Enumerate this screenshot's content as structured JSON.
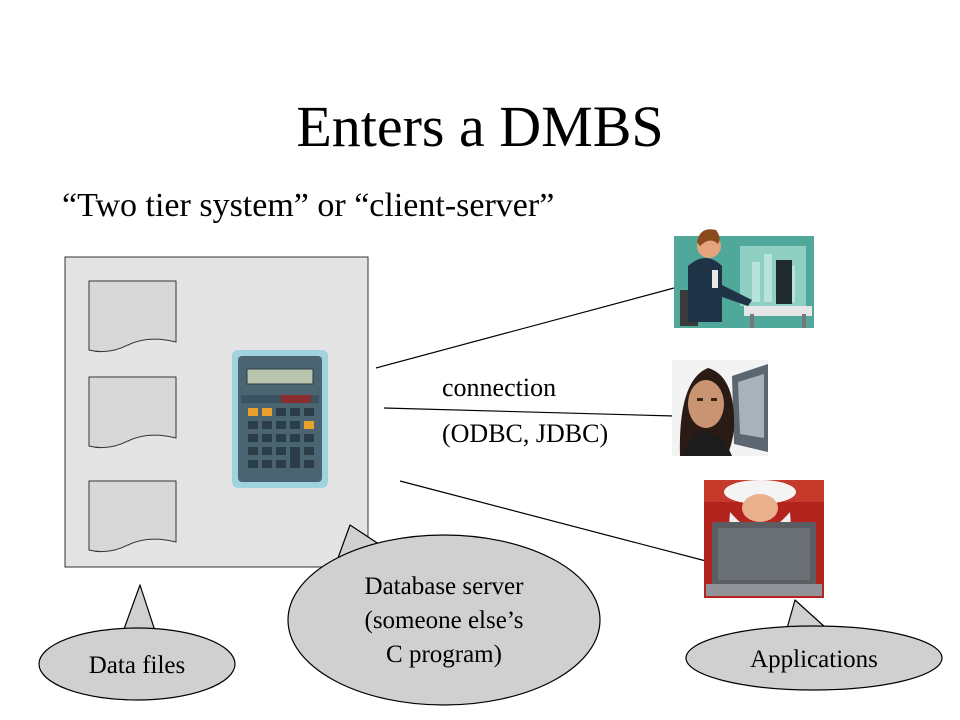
{
  "slide": {
    "title": "Enters a DMBS",
    "subtitle": "“Two tier system” or “client-server”"
  },
  "connection": {
    "line1": "connection",
    "line2": "(ODBC, JDBC)"
  },
  "callouts": {
    "data_files": "Data files",
    "server_line1": "Database server",
    "server_line2": "(someone else’s",
    "server_line3": "C program)",
    "applications": "Applications"
  },
  "colors": {
    "server_box": "#e4e4e4",
    "callout_fill": "#d0d0d0",
    "calculator_body": "#4a6472",
    "calculator_key": "#2b3e48",
    "calculator_key_accent": "#e9a12b"
  },
  "icons": [
    "calculator-icon",
    "office-worker-photo",
    "woman-photo",
    "santa-laptop-photo"
  ]
}
